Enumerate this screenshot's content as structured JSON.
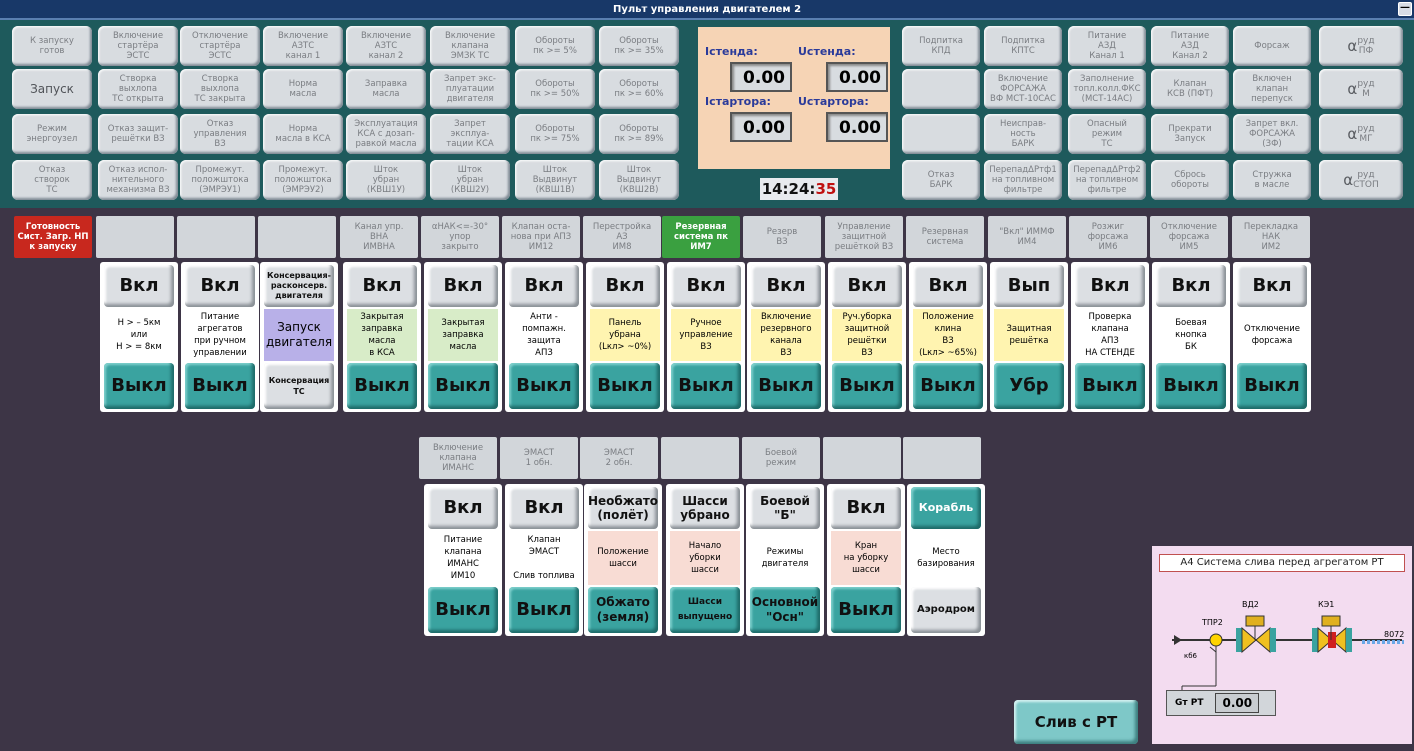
{
  "title": "Пульт управления двигателем 2",
  "winbtn": "—",
  "top": {
    "c0": [
      "К запуску\nготов",
      "Запуск",
      "Режим\nэнергоузел",
      "Отказ\nстворок\nТС"
    ],
    "c1": [
      "Включение\nстартёра\nЭСТС",
      "Створка\nвыхлопа\nТС открыта",
      "Отказ защит-\nрешётки ВЗ",
      "Отказ испол-\nнительного\nмеханизма ВЗ"
    ],
    "c2": [
      "Отключение\nстартёра\nЭСТС",
      "Створка\nвыхлопа\nТС закрыта",
      "Отказ\nуправления\nВЗ",
      "Промежут.\nположштока\n(ЭМРЭУ1)"
    ],
    "c3": [
      "Включение\nАЗТС\nканал 1",
      "Норма\nмасла",
      "Норма\nмасла в КСА",
      "Промежут.\nположштока\n(ЭМРЭУ2)"
    ],
    "c4": [
      "Включение\nАЗТС\nканал 2",
      "Заправка\nмасла",
      "Эксплуатация\nКСА с дозап-\nравкой масла",
      "Шток\nубран\n(КВШ1У)"
    ],
    "c5": [
      "Включение\nклапана\nЭМЗК ТС",
      "Запрет экс-\nплуатации\nдвигателя",
      "Запрет\nэксплуа-\nтации КСА",
      "Шток\nубран\n(КВШ2У)"
    ],
    "c6": [
      "Обороты\nпк >= 5%",
      "Обороты\nпк >= 50%",
      "Обороты\nпк >= 75%",
      "Шток\nВыдвинут\n(КВШ1В)"
    ],
    "c7": [
      "Обороты\nпк >= 35%",
      "Обороты\nпк >= 60%",
      "Обороты\nпк >= 89%",
      "Шток\nВыдвинут\n(КВШ2В)"
    ],
    "c8": [
      "Подпитка\nКПД",
      "",
      "",
      "Отказ\nБАРК"
    ],
    "c9": [
      "Подпитка\nКПТС",
      "Включение\nФОРСАЖА\nВФ МСТ-10САС",
      "Неисправ-\nность\nБАРК",
      "ПерепадΔРтф1\nна топливном\nфильтре"
    ],
    "c10": [
      "Питание\nАЗД\nКанал 1",
      "Заполнение\nтопл.колл.ФКС\n(МСТ-14АС)",
      "Опасный\nрежим\nТС",
      "ПерепадΔРтф2\nна топливном\nфильтре"
    ],
    "c11": [
      "Питание\nАЗД\nКанал 2",
      "Клапан\nКСВ (ПФТ)",
      "Прекрати\nЗапуск",
      "Сбрось\nобороты"
    ],
    "c12": [
      "Форсаж",
      "Включен\nклапан\nперепуск",
      "Запрет вкл.\nФОРСАЖА\n(ЗФ)",
      "Стружка\nв масле"
    ],
    "alpha": {
      "sym": "α",
      "labels": [
        "руд\nПФ",
        "руд\nМ",
        "руд\nМГ",
        "руд\nСТОП"
      ]
    }
  },
  "stand": {
    "i_stand_label": "Iстенда:",
    "u_stand_label": "Uстенда:",
    "i_starter_label": "Iстартора:",
    "u_starter_label": "Uстартора:",
    "i_stand": "0.00",
    "u_stand": "0.00",
    "i_starter": "0.00",
    "u_starter": "0.00"
  },
  "clock": {
    "hm": "14:24:",
    "sec": "35"
  },
  "row2_headers": [
    "Готовность\nСист. Загр. НП\nк запуску",
    "",
    "",
    "",
    "Канал упр.\nВНА\nИМВНА",
    "αНАК<=-30°\nупор\nзакрыто",
    "Клапан оста-\nнова при АПЗ\nИМ12",
    "Перестройка\nАЗ\nИМ8",
    "Резервная\nсистема пк\nИМ7",
    "Резерв\nВЗ",
    "Управление\nзащитной\nрешёткой ВЗ",
    "Резервная\nсистема",
    "\"Вкл\" ИММФ\nИМ4",
    "Розжиг\nфорсажа\nИМ6",
    "Отключение\nфорсажа\nИМ5",
    "Перекладка\nНАК\nИМ2"
  ],
  "row2": [
    {
      "on": "Вкл",
      "mid": "Н > – 5км\nили\nН > = 8км",
      "off": "Выкл"
    },
    {
      "on": "Вкл",
      "mid": "Питание\nагрегатов\nпри ручном\nуправлении",
      "off": "Выкл"
    },
    {
      "on": "Консервация-\nрасконсерв.\nдвигателя",
      "mid": "Запуск\nдвигателя",
      "off": "Консервация\nТС"
    },
    {
      "on": "Вкл",
      "mid": "Закрытая\nзаправка\nмасла\nв КСА",
      "off": "Выкл"
    },
    {
      "on": "Вкл",
      "mid": "Закрытая\nзаправка\nмасла",
      "off": "Выкл"
    },
    {
      "on": "Вкл",
      "mid": "Анти -\nпомпажн.\nзащита\nАПЗ",
      "off": "Выкл"
    },
    {
      "on": "Вкл",
      "mid": "Панель\nубрана\n(Lкл> ~0%)",
      "off": "Выкл"
    },
    {
      "on": "Вкл",
      "mid": "Ручное\nуправление\nВЗ",
      "off": "Выкл"
    },
    {
      "on": "Вкл",
      "mid": "Включение\nрезервного\nканала\nВЗ",
      "off": "Выкл"
    },
    {
      "on": "Вкл",
      "mid": "Руч.уборка\nзащитной\nрешётки\nВЗ",
      "off": "Выкл"
    },
    {
      "on": "Вкл",
      "mid": "Положение\nклина\nВЗ\n(Lкл> ~65%)",
      "off": "Выкл"
    },
    {
      "on": "Вып",
      "mid": "Защитная\nрешётка",
      "off": "Убр"
    },
    {
      "on": "Вкл",
      "mid": "Проверка\nклапана\nАПЗ\nНА СТЕНДЕ",
      "off": "Выкл"
    },
    {
      "on": "Вкл",
      "mid": "Боевая\nкнопка\nБК",
      "off": "Выкл"
    },
    {
      "on": "Вкл",
      "mid": "Отключение\nфорсажа",
      "off": "Выкл"
    }
  ],
  "row3_headers": [
    "Включение\nклапана\nИМАНС",
    "ЭМАСТ\n1 обн.",
    "ЭМАСТ\n2 обн.",
    "",
    "Боевой\nрежим",
    ""
  ],
  "row3": [
    {
      "on": "Вкл",
      "mid": "Питание\nклапана\nИМАНС\nИМ10",
      "off": "Выкл"
    },
    {
      "on": "Вкл",
      "mid": "Клапан\nЭМАСТ\n\nСлив топлива",
      "off": "Выкл"
    },
    {
      "on": "Необжато\n(полёт)",
      "mid": "Положение\nшасси",
      "off": "Обжато\n(земля)"
    },
    {
      "on": "Шасси\nубрано",
      "mid": "Начало\nуборки\nшасси",
      "off": "Шасси\nвыпущено"
    },
    {
      "on": "Боевой\n\"Б\"",
      "mid": "Режимы\nдвигателя",
      "off": "Основной\n\"Осн\""
    },
    {
      "on": "Вкл",
      "mid": "Кран\nна уборку\nшасси",
      "off": "Выкл"
    },
    {
      "on": "Корабль",
      "mid": "Место\nбазирования",
      "off": "Аэродром"
    }
  ],
  "drain_btn": "Слив с РТ",
  "rt": {
    "title": "А4 Система слива перед агрегатом РТ",
    "tpr": "ТПР2",
    "kv": "кб6",
    "vd": "ВД2",
    "ke": "КЭ1",
    "out": "8072",
    "gt_label": "Gт РТ",
    "gt_value": "0.00"
  }
}
